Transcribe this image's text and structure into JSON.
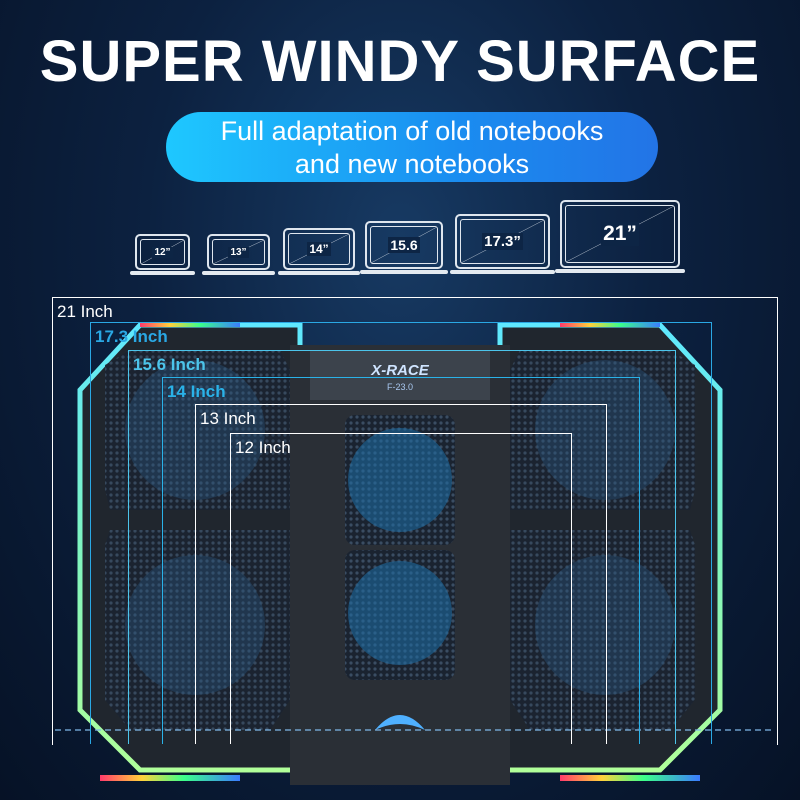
{
  "headline": "SUPER WINDY SURFACE",
  "subtitle": {
    "line1": "Full adaptation of old notebooks",
    "line2": "and new notebooks"
  },
  "laptop_sizes": [
    "12”",
    "13”",
    "14”",
    "15.6",
    "17.3”",
    "21”"
  ],
  "size_frames": [
    {
      "label": "21 Inch",
      "color": "#ffffff"
    },
    {
      "label": "17.3 Inch",
      "color": "#2aa8e4"
    },
    {
      "label": "15.6 Inch",
      "color": "#4cc4ea"
    },
    {
      "label": "14 Inch",
      "color": "#2ab2e8"
    },
    {
      "label": "13 Inch",
      "color": "#ffffff"
    },
    {
      "label": "12 Inch",
      "color": "#ffffff"
    }
  ],
  "product": {
    "brand": "X-RACE",
    "model": "F-23.0"
  },
  "colors": {
    "accent": "#1a9ff0",
    "led_green": "#6ff0c0",
    "background": "#0c2140"
  }
}
